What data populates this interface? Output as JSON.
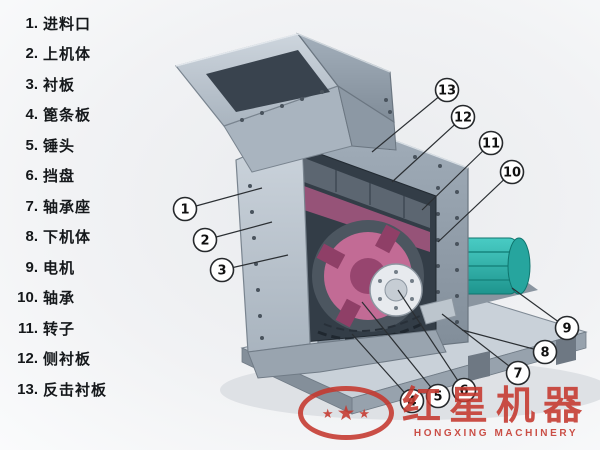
{
  "parts_list": [
    {
      "num": "1.",
      "label": "进料口"
    },
    {
      "num": "2.",
      "label": "上机体"
    },
    {
      "num": "3.",
      "label": "衬板"
    },
    {
      "num": "4.",
      "label": "篦条板"
    },
    {
      "num": "5.",
      "label": "锤头"
    },
    {
      "num": "6.",
      "label": "挡盘"
    },
    {
      "num": "7.",
      "label": "轴承座"
    },
    {
      "num": "8.",
      "label": "下机体"
    },
    {
      "num": "9.",
      "label": "电机"
    },
    {
      "num": "10.",
      "label": "轴承"
    },
    {
      "num": "11.",
      "label": "转子"
    },
    {
      "num": "12.",
      "label": "侧衬板"
    },
    {
      "num": "13.",
      "label": "反击衬板"
    }
  ],
  "callouts": [
    "1",
    "2",
    "3",
    "4",
    "5",
    "6",
    "7",
    "8",
    "9",
    "10",
    "11",
    "12",
    "13"
  ],
  "logo": {
    "brand": "红星机器",
    "subtitle": "HONGXING MACHINERY",
    "star": "★"
  },
  "colors": {
    "brand_red": "#c5382e",
    "motor_teal": "#2aa79f",
    "rotor_pink": "#c26b95",
    "machine_gray": "#aeb9c4"
  }
}
